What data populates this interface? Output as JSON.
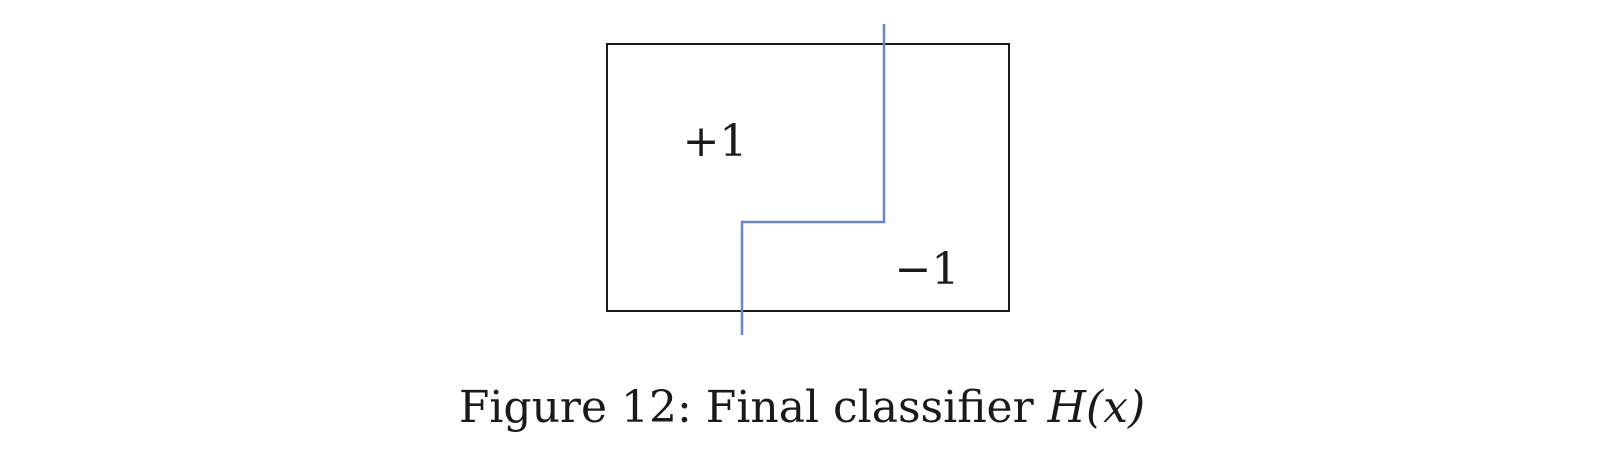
{
  "figure": {
    "region_positive_label": "+1",
    "region_negative_label": "−1",
    "boundary_color": "#6b86c4",
    "box_color": "#1a1a1a"
  },
  "caption": {
    "prefix": "Figure 12:",
    "text": "Final classifier",
    "math": "H(x)"
  }
}
